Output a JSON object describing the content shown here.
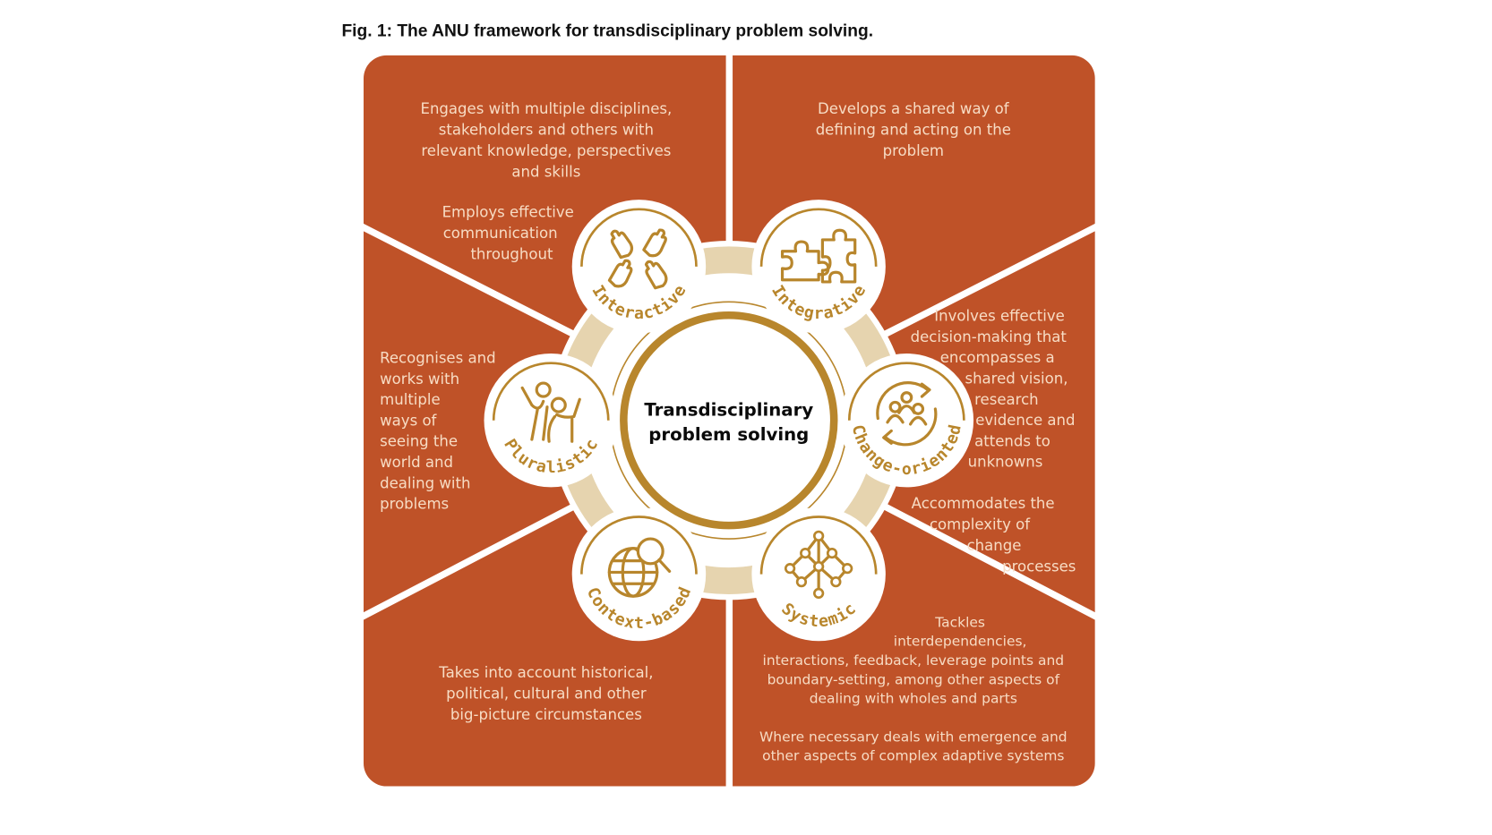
{
  "figure_title": "Fig. 1: The ANU framework for transdisciplinary problem solving.",
  "center": {
    "lines": [
      "Transdisciplinary",
      "problem solving"
    ]
  },
  "colors": {
    "panel": "#bf5228",
    "panel_text": "#f7dcc4",
    "gold": "#b8862c",
    "ring": "#e6d4af",
    "background": "#ffffff",
    "center_text": "#0a0a0a"
  },
  "segments": [
    {
      "label": "Interactive",
      "icon": "hands-icon"
    },
    {
      "label": "Integrative",
      "icon": "puzzle-icon"
    },
    {
      "label": "Change-oriented",
      "icon": "people-cycle-icon"
    },
    {
      "label": "Systemic",
      "icon": "network-icon"
    },
    {
      "label": "Context-based",
      "icon": "globe-magnifier-icon"
    },
    {
      "label": "Pluralistic",
      "icon": "people-waving-icon"
    }
  ],
  "panels": {
    "top_left": {
      "lines": [
        "Engages with multiple disciplines,",
        "stakeholders and others with",
        "relevant knowledge, perspectives",
        "and skills"
      ]
    },
    "top_left_secondary": {
      "lines": [
        "Employs effective",
        "communication",
        "throughout"
      ]
    },
    "top_right": {
      "lines": [
        "Develops a shared way of",
        "defining and acting on the",
        "problem"
      ]
    },
    "right": {
      "lines": [
        "Involves effective",
        "decision-making that",
        "encompasses a",
        "shared vision,",
        "research",
        "evidence and",
        "attends to",
        "unknowns"
      ]
    },
    "right_secondary": {
      "lines": [
        "Accommodates the",
        "complexity of",
        "change",
        "processes"
      ]
    },
    "bottom_right": {
      "lines": [
        "Tackles",
        "interdependencies,",
        "interactions, feedback, leverage points and",
        "boundary-setting, among other aspects of",
        "dealing with wholes and parts"
      ]
    },
    "bottom_right_secondary": {
      "lines": [
        "Where necessary deals with emergence and",
        "other aspects of complex adaptive systems"
      ]
    },
    "bottom_left": {
      "lines": [
        "Takes into account historical,",
        "political, cultural and other",
        "big-picture circumstances"
      ]
    },
    "left": {
      "lines": [
        "Recognises and",
        "works with",
        "multiple",
        "ways of",
        "seeing the",
        "world and",
        "dealing with",
        "problems"
      ]
    }
  }
}
